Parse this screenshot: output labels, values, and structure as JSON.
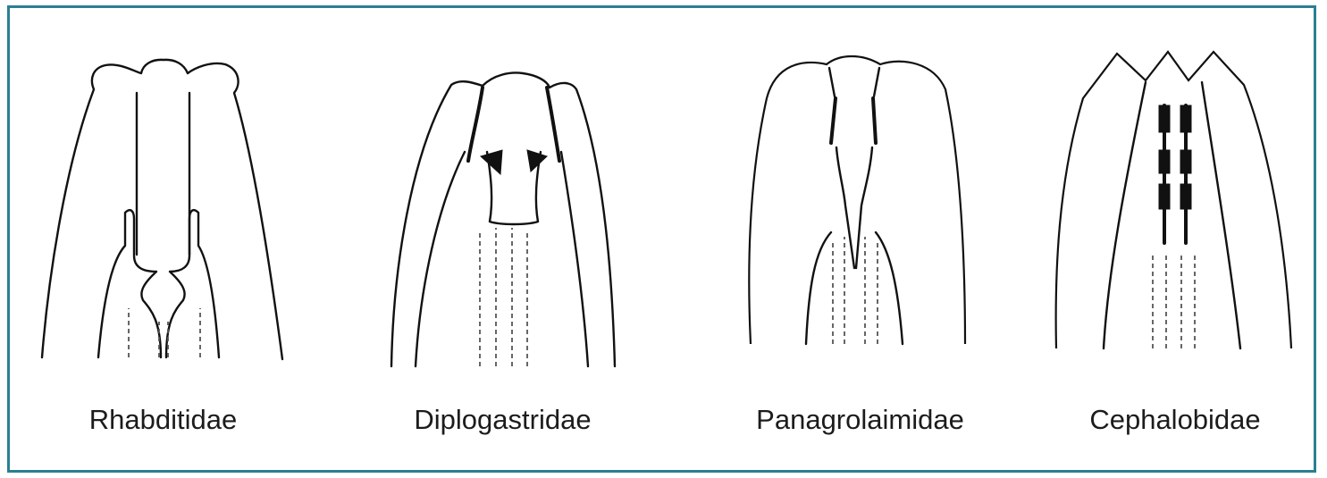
{
  "figure": {
    "accent_color": "#2a7f91",
    "families": [
      {
        "id": "rhabditidae",
        "label": "Rhabditidae"
      },
      {
        "id": "diplogastridae",
        "label": "Diplogastridae"
      },
      {
        "id": "panagrolaimidae",
        "label": "Panagrolaimidae"
      },
      {
        "id": "cephalobidae",
        "label": "Cephalobidae"
      }
    ]
  }
}
